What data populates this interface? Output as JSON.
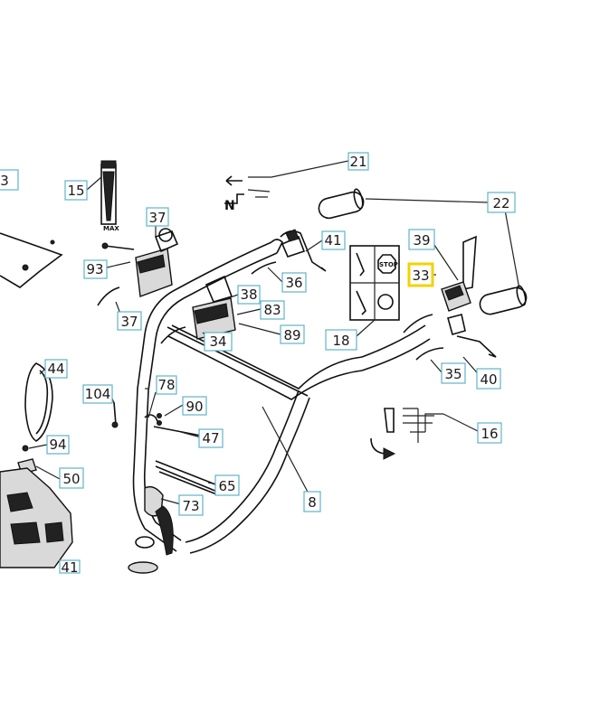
{
  "callouts": [
    {
      "id": "c21",
      "text": "21"
    },
    {
      "id": "c15",
      "text": "15"
    },
    {
      "id": "c22",
      "text": "22"
    },
    {
      "id": "c37a",
      "text": "37"
    },
    {
      "id": "c41",
      "text": "41"
    },
    {
      "id": "c39",
      "text": "39"
    },
    {
      "id": "c93",
      "text": "93"
    },
    {
      "id": "c36",
      "text": "36"
    },
    {
      "id": "c33",
      "text": "33",
      "highlighted": true
    },
    {
      "id": "c38",
      "text": "38"
    },
    {
      "id": "c37b",
      "text": "37"
    },
    {
      "id": "c83",
      "text": "83"
    },
    {
      "id": "c34",
      "text": "34"
    },
    {
      "id": "c89",
      "text": "89"
    },
    {
      "id": "c18",
      "text": "18"
    },
    {
      "id": "c44",
      "text": "44"
    },
    {
      "id": "c35",
      "text": "35"
    },
    {
      "id": "c40",
      "text": "40"
    },
    {
      "id": "c78",
      "text": "78"
    },
    {
      "id": "c104",
      "text": "104"
    },
    {
      "id": "c90",
      "text": "90"
    },
    {
      "id": "c16",
      "text": "16"
    },
    {
      "id": "c47",
      "text": "47"
    },
    {
      "id": "c94",
      "text": "94"
    },
    {
      "id": "c50",
      "text": "50"
    },
    {
      "id": "c65",
      "text": "65"
    },
    {
      "id": "c8",
      "text": "8"
    },
    {
      "id": "c73",
      "text": "73"
    },
    {
      "id": "c41b",
      "text": "41"
    },
    {
      "id": "c3",
      "text": "3"
    }
  ],
  "decals": {
    "stop_text": "STOP",
    "lever_text": "MAX"
  },
  "colors": {
    "callout_border": "#5fb3c9",
    "highlight": "#f2d200"
  }
}
